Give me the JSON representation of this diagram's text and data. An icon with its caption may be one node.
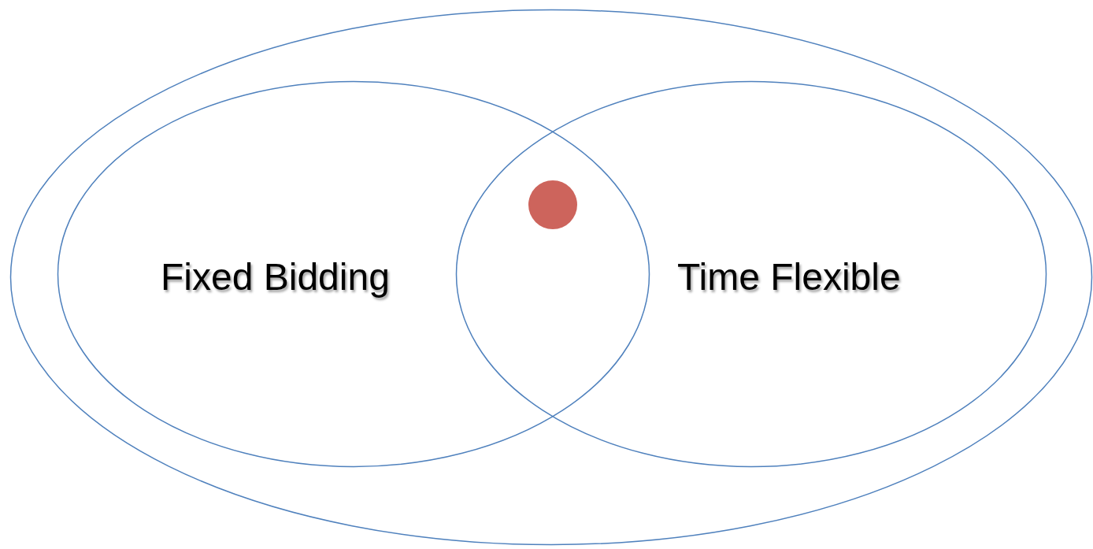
{
  "diagram": {
    "nodes": [
      {
        "text": [],
        "shape": "ellipse"
      },
      {
        "text": [
          "Fixed Bidding"
        ],
        "in": 0
      },
      {
        "text": [
          "Time Flexible"
        ],
        "in": 0
      },
      {
        "text": [],
        "shape": "circle"
      }
    ]
  }
}
